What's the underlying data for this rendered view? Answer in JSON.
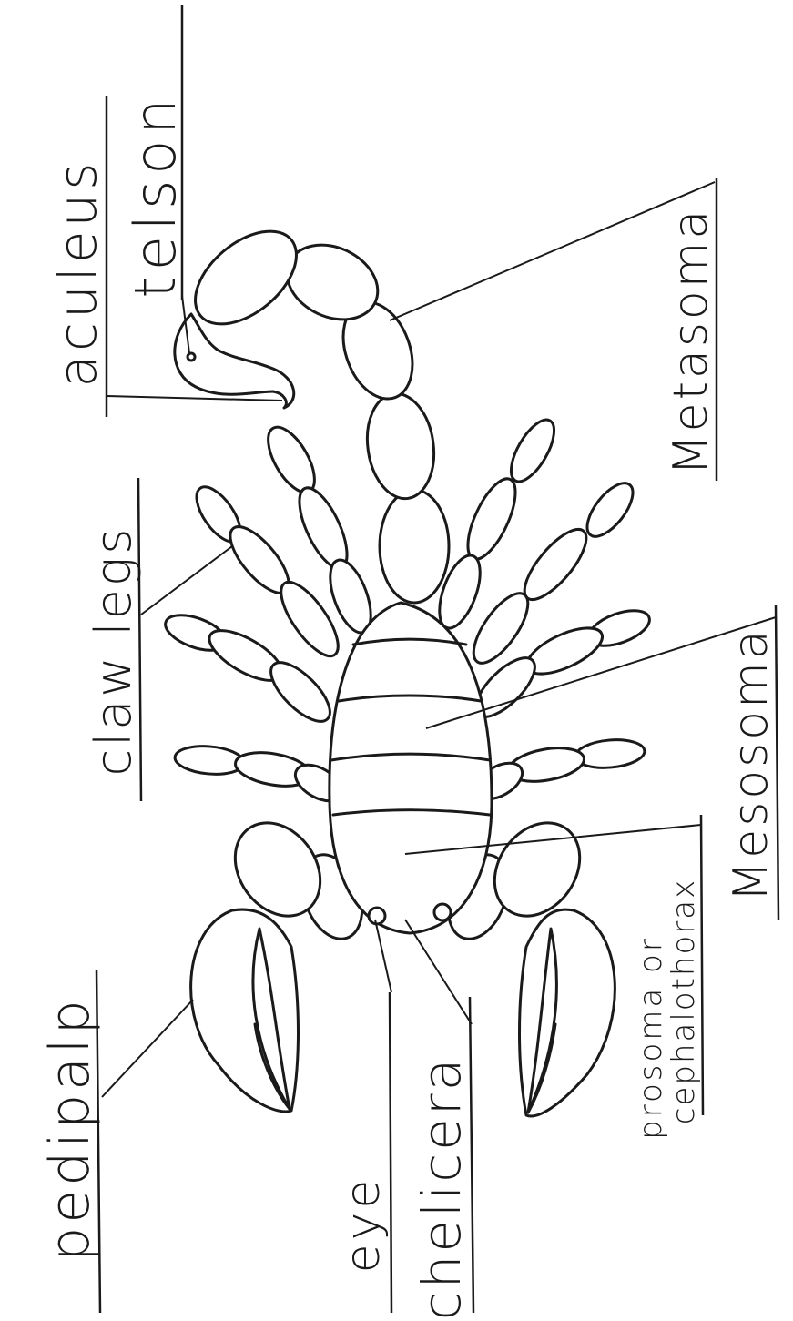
{
  "labels": {
    "aculeus": "aculeus",
    "telson": "telson",
    "metasoma": "Metasoma",
    "claw_legs": "claw legs",
    "mesosoma": "Mesosoma",
    "pedipalp": "pedipalp",
    "eye": "eye",
    "chelicera": "chelicera",
    "prosoma_line1": "prosoma or",
    "prosoma_line2": "cephalothorax"
  },
  "colors": {
    "ink": "#1a1a1a",
    "paper": "#ffffff"
  }
}
